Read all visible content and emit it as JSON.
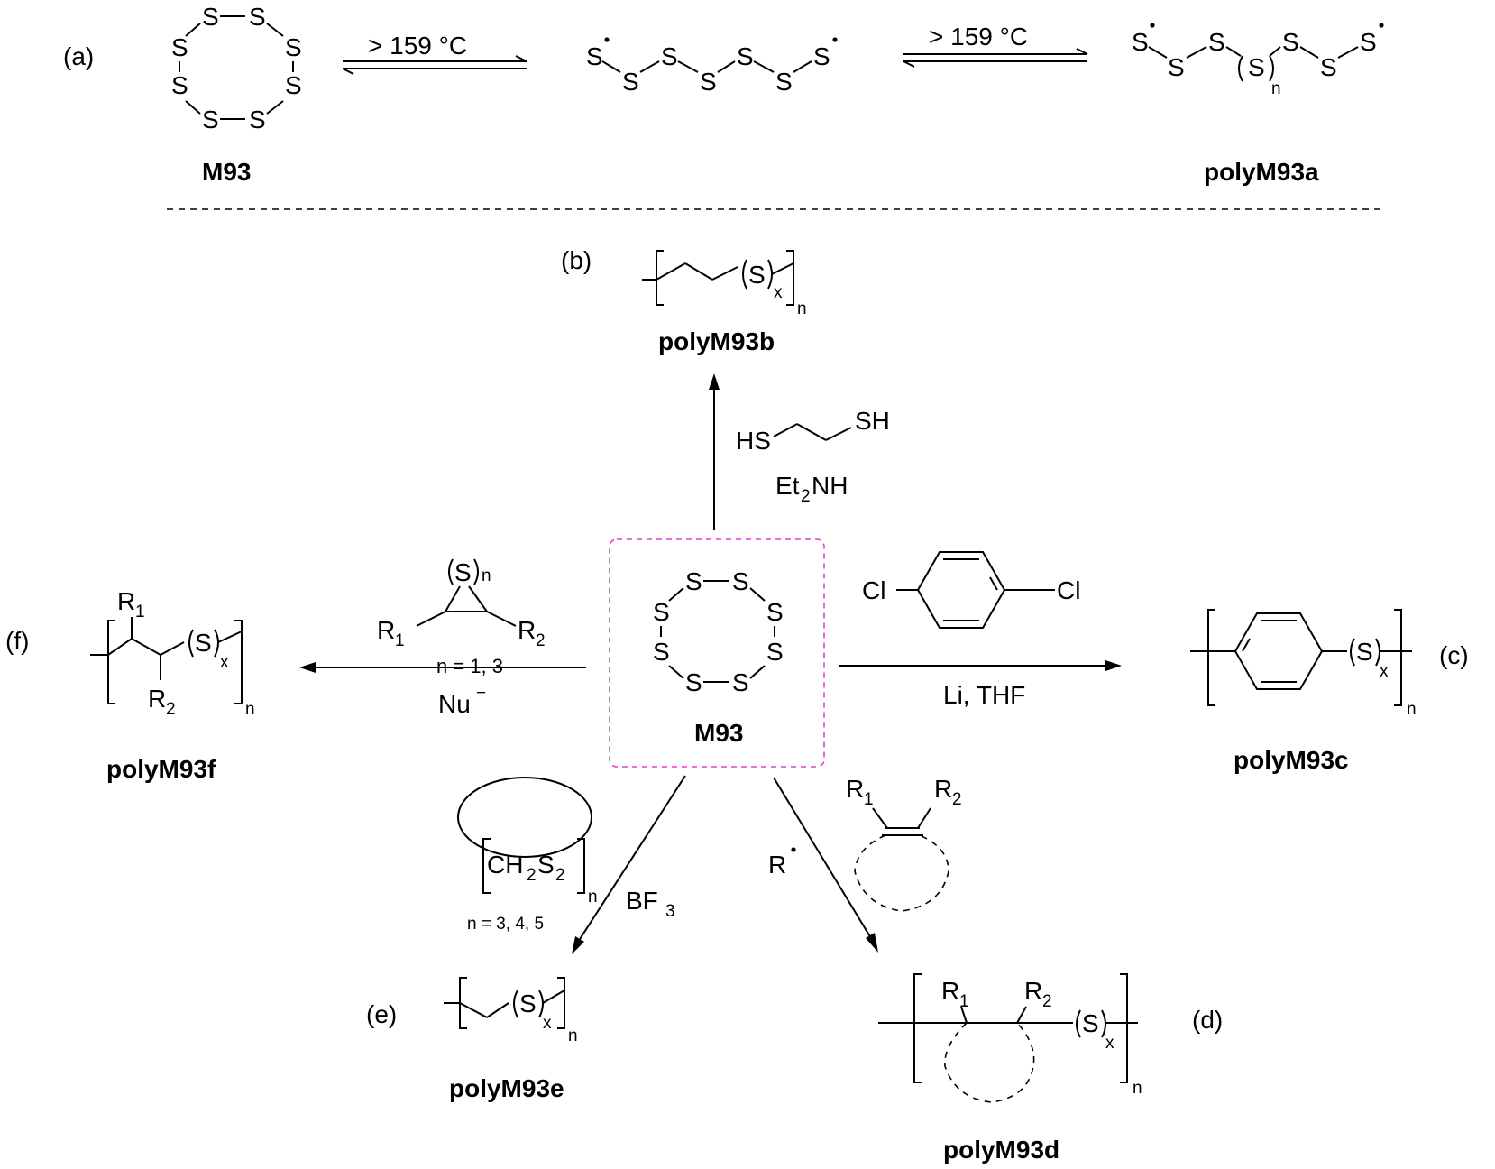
{
  "panels": {
    "a": "(a)",
    "b": "(b)",
    "c": "(c)",
    "d": "(d)",
    "e": "(e)",
    "f": "(f)"
  },
  "atoms": {
    "S": "S",
    "n": "n",
    "x": "x",
    "HS": "HS",
    "SH": "SH",
    "Cl": "Cl",
    "R": "R",
    "sub1": "1",
    "sub2": "2",
    "CH": "CH",
    "CH_sub": "2",
    "S_sub": "2"
  },
  "compounds": {
    "m93": "M93",
    "polyM93a": "polyM93a",
    "polyM93b": "polyM93b",
    "polyM93c": "polyM93c",
    "polyM93d": "polyM93d",
    "polyM93e": "polyM93e",
    "polyM93f": "polyM93f"
  },
  "conditions": {
    "temp": "> 159 °C",
    "et": "Et",
    "et_sub": "2",
    "et_rest": "NH",
    "li_thf": "Li, THF",
    "nu": "Nu",
    "nu_sup": "−",
    "n13": "n = 1, 3",
    "bf": "BF",
    "bf_sub": "3",
    "n345": "n = 3, 4, 5"
  },
  "colors": {
    "highlight_box": "#e040c8",
    "ink": "#000000"
  }
}
